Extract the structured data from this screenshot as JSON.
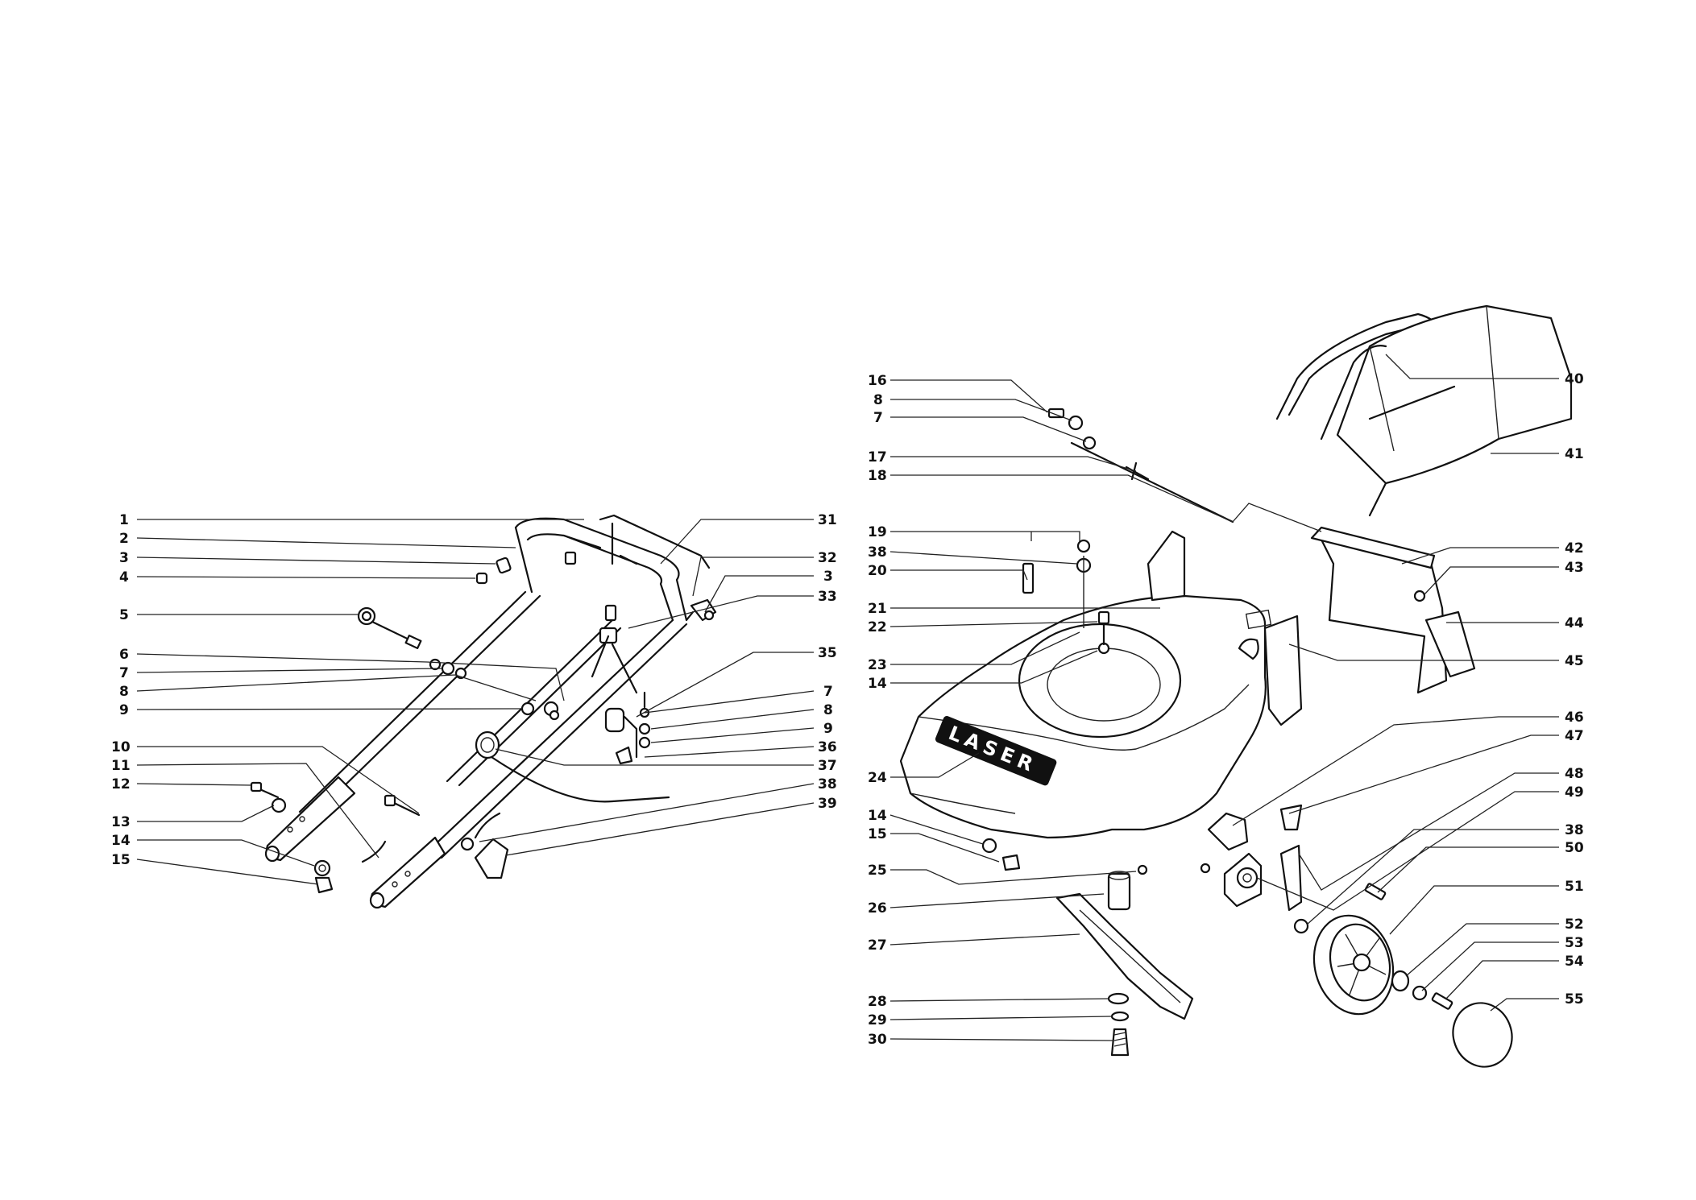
{
  "brand_label": "LASER",
  "left_callouts": [
    {
      "id": "L1",
      "label": "1"
    },
    {
      "id": "L2",
      "label": "2"
    },
    {
      "id": "L3",
      "label": "3"
    },
    {
      "id": "L4",
      "label": "4"
    },
    {
      "id": "L5",
      "label": "5"
    },
    {
      "id": "L6",
      "label": "6"
    },
    {
      "id": "L7",
      "label": "7"
    },
    {
      "id": "L8",
      "label": "8"
    },
    {
      "id": "L9",
      "label": "9"
    },
    {
      "id": "L10",
      "label": "10"
    },
    {
      "id": "L11",
      "label": "11"
    },
    {
      "id": "L12",
      "label": "12"
    },
    {
      "id": "L13",
      "label": "13"
    },
    {
      "id": "L14",
      "label": "14"
    },
    {
      "id": "L15",
      "label": "15"
    },
    {
      "id": "L31",
      "label": "31"
    },
    {
      "id": "L32",
      "label": "32"
    },
    {
      "id": "L3b",
      "label": "3"
    },
    {
      "id": "L33",
      "label": "33"
    },
    {
      "id": "L35",
      "label": "35"
    },
    {
      "id": "L7b",
      "label": "7"
    },
    {
      "id": "L8b",
      "label": "8"
    },
    {
      "id": "L9b",
      "label": "9"
    },
    {
      "id": "L36",
      "label": "36"
    },
    {
      "id": "L37",
      "label": "37"
    },
    {
      "id": "L38",
      "label": "38"
    },
    {
      "id": "L39",
      "label": "39"
    }
  ],
  "right_callouts": [
    {
      "id": "R16",
      "label": "16"
    },
    {
      "id": "R8",
      "label": "8"
    },
    {
      "id": "R7",
      "label": "7"
    },
    {
      "id": "R17",
      "label": "17"
    },
    {
      "id": "R18",
      "label": "18"
    },
    {
      "id": "R19",
      "label": "19"
    },
    {
      "id": "R38",
      "label": "38"
    },
    {
      "id": "R20",
      "label": "20"
    },
    {
      "id": "R21",
      "label": "21"
    },
    {
      "id": "R22",
      "label": "22"
    },
    {
      "id": "R23",
      "label": "23"
    },
    {
      "id": "R14",
      "label": "14"
    },
    {
      "id": "R24",
      "label": "24"
    },
    {
      "id": "R14b",
      "label": "14"
    },
    {
      "id": "R15",
      "label": "15"
    },
    {
      "id": "R25",
      "label": "25"
    },
    {
      "id": "R26",
      "label": "26"
    },
    {
      "id": "R27",
      "label": "27"
    },
    {
      "id": "R28",
      "label": "28"
    },
    {
      "id": "R29",
      "label": "29"
    },
    {
      "id": "R30",
      "label": "30"
    },
    {
      "id": "R40",
      "label": "40"
    },
    {
      "id": "R41",
      "label": "41"
    },
    {
      "id": "R42",
      "label": "42"
    },
    {
      "id": "R43",
      "label": "43"
    },
    {
      "id": "R44",
      "label": "44"
    },
    {
      "id": "R45",
      "label": "45"
    },
    {
      "id": "R46",
      "label": "46"
    },
    {
      "id": "R47",
      "label": "47"
    },
    {
      "id": "R48",
      "label": "48"
    },
    {
      "id": "R49",
      "label": "49"
    },
    {
      "id": "R38b",
      "label": "38"
    },
    {
      "id": "R50",
      "label": "50"
    },
    {
      "id": "R51",
      "label": "51"
    },
    {
      "id": "R52",
      "label": "52"
    },
    {
      "id": "R53",
      "label": "53"
    },
    {
      "id": "R54",
      "label": "54"
    },
    {
      "id": "R55",
      "label": "55"
    }
  ]
}
